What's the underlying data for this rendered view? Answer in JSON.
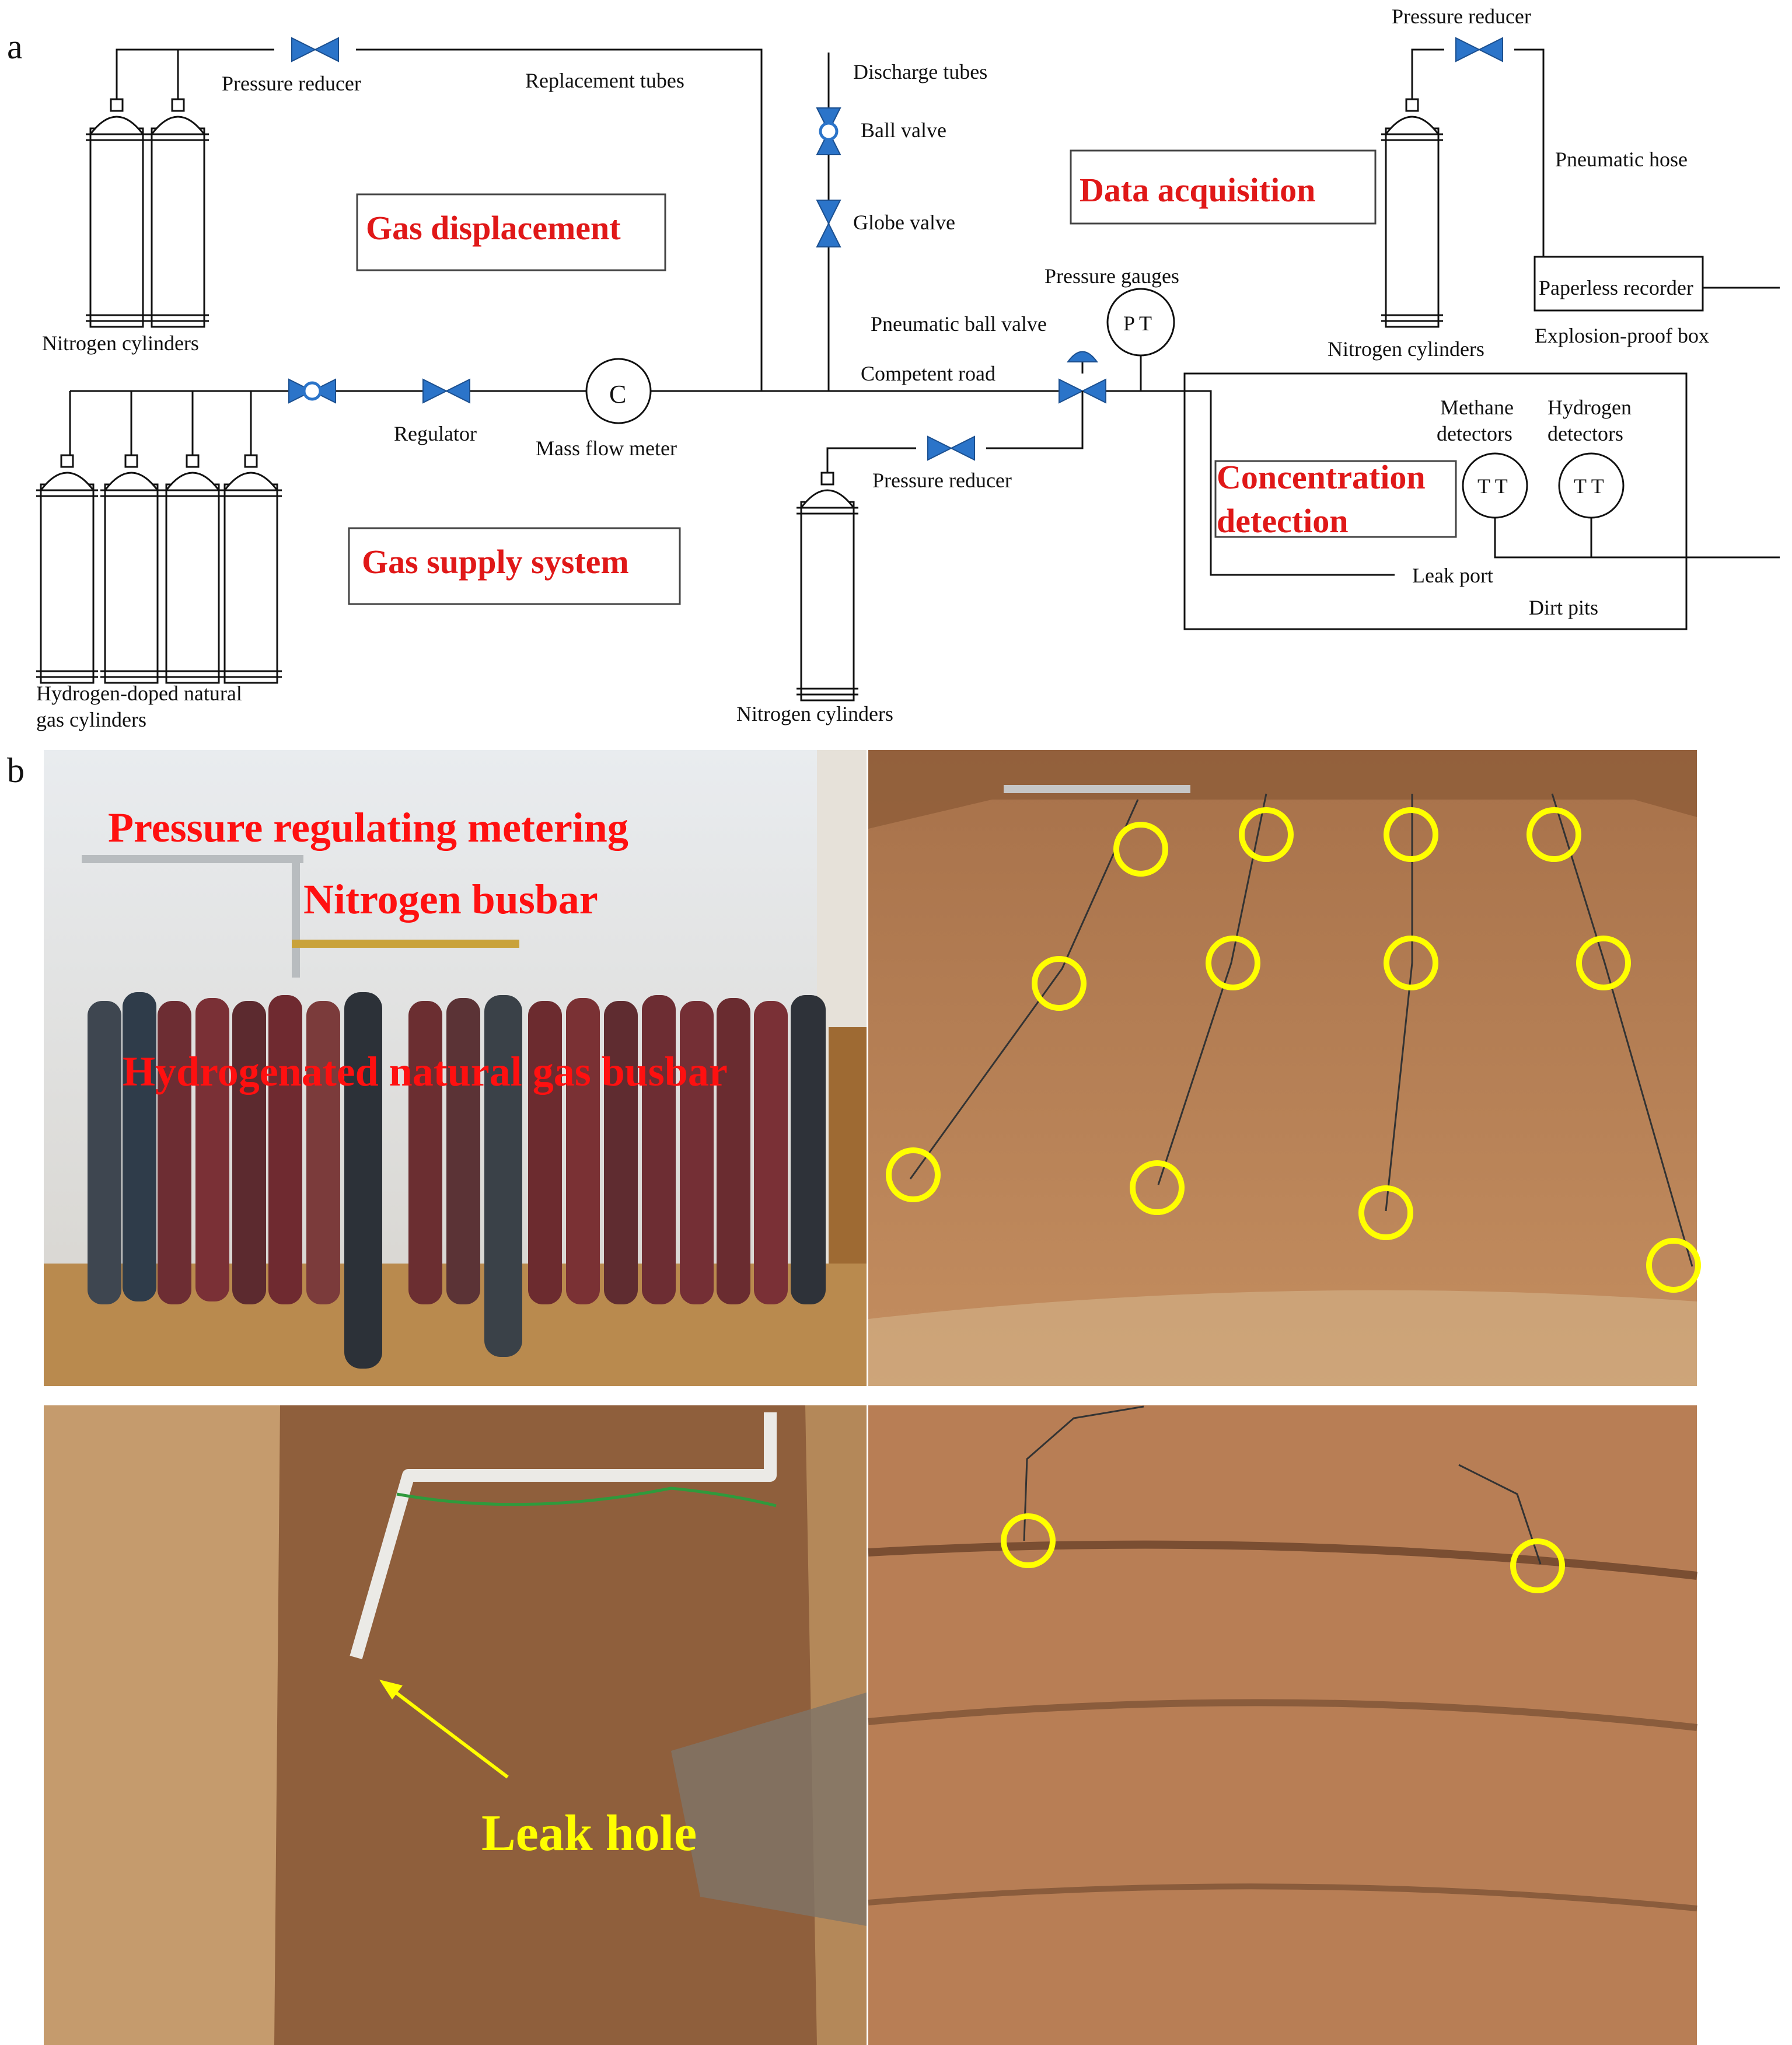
{
  "panel_a": {
    "letter": "a",
    "titles": {
      "gas_displacement": "Gas displacement",
      "data_acquisition": "Data acquisition",
      "gas_supply": "Gas supply system",
      "concentration_1": "Concentration",
      "concentration_2": "detection"
    },
    "labels": {
      "pressure_reducer_top_left": "Pressure reducer",
      "replacement_tubes": "Replacement tubes",
      "discharge_tubes": "Discharge tubes",
      "ball_valve": "Ball valve",
      "globe_valve": "Globe valve",
      "pressure_reducer_top_right": "Pressure reducer",
      "pneumatic_hose": "Pneumatic hose",
      "paperless_recorder": "Paperless recorder",
      "explosion_proof_box": "Explosion-proof box",
      "nitrogen_cylinders_top_left": "Nitrogen cylinders",
      "nitrogen_cylinders_right": "Nitrogen cylinders",
      "nitrogen_cylinders_bottom": "Nitrogen cylinders",
      "pressure_gauges": "Pressure gauges",
      "pt": "P T",
      "pneumatic_ball_valve": "Pneumatic ball valve",
      "competent_road": "Competent road",
      "regulator": "Regulator",
      "mass_flow_meter": "Mass flow meter",
      "c": "C",
      "pressure_reducer_bottom": "Pressure reducer",
      "methane_detectors_1": "Methane",
      "methane_detectors_2": "detectors",
      "hydrogen_detectors_1": "Hydrogen",
      "hydrogen_detectors_2": "detectors",
      "tt_1": "T T",
      "tt_2": "T T",
      "leak_port": "Leak port",
      "dirt_pits": "Dirt pits",
      "hydrogen_cyl_1": "Hydrogen-doped natural",
      "hydrogen_cyl_2": "gas cylinders"
    }
  },
  "panel_b": {
    "letter": "b",
    "photo1_text1": "Pressure regulating metering",
    "photo1_text2": "Nitrogen busbar",
    "photo1_text3": "Hydrogenated natural gas busbar",
    "photo3_text": "Leak hole"
  },
  "colors": {
    "red_title": "#e01818",
    "valve_blue": "#2b74c9",
    "marker_yellow": "#ffff00",
    "soil": "#b57e52"
  }
}
